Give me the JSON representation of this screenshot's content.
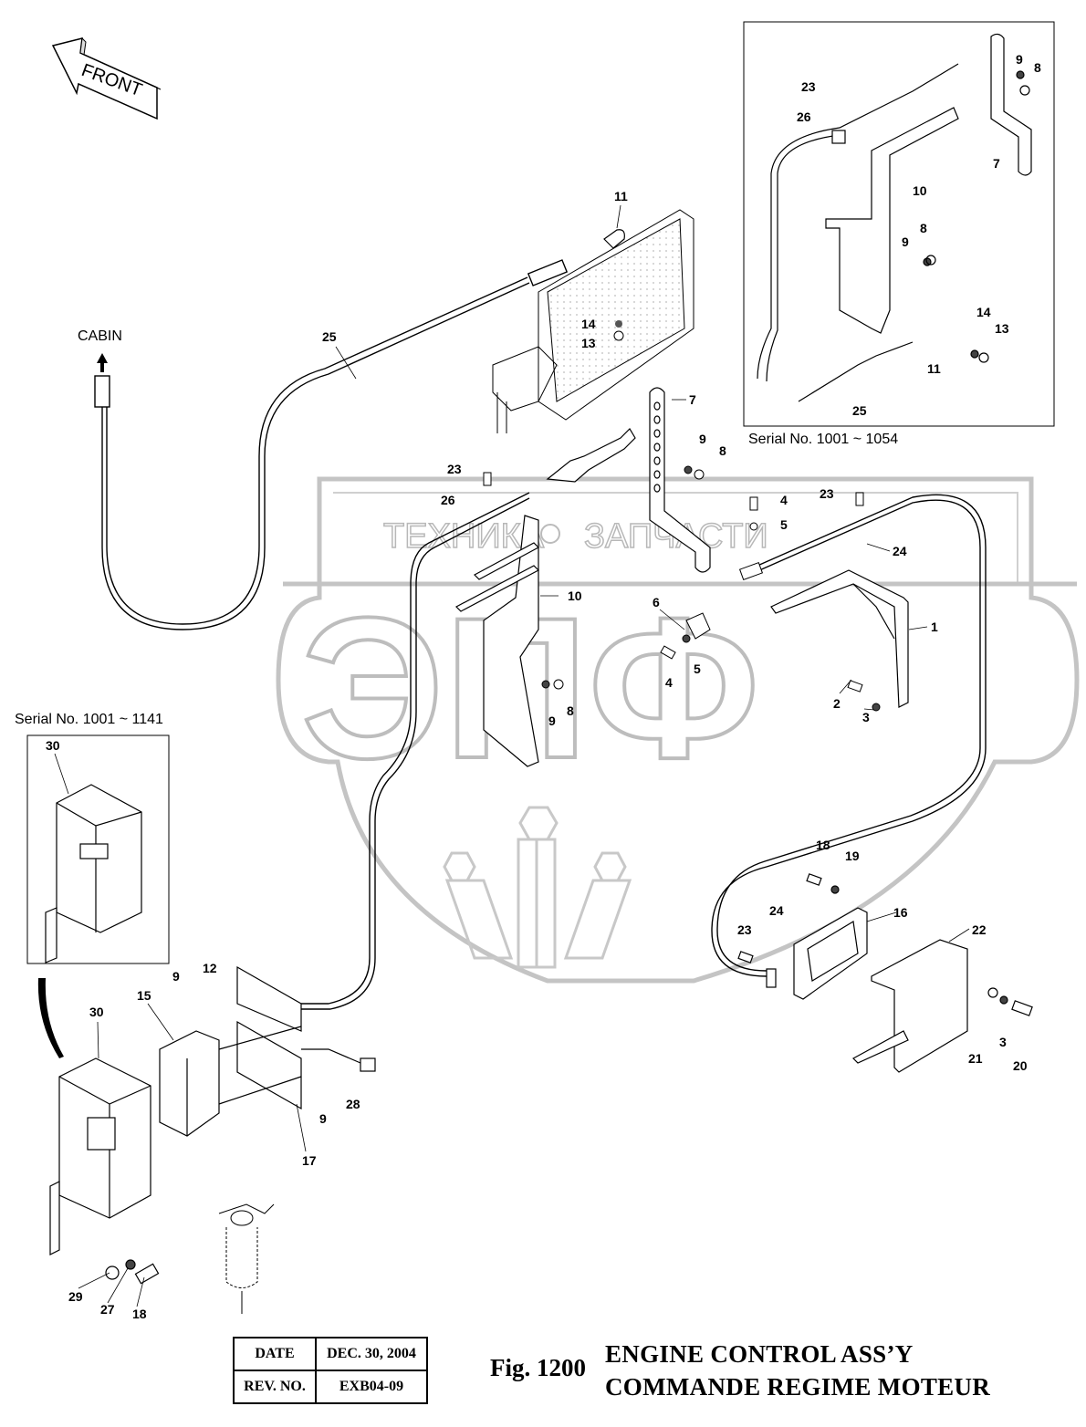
{
  "figure": {
    "number_label": "Fig. 1200",
    "title_en": "ENGINE CONTROL ASS’Y",
    "title_fr": "COMMANDE REGIME MOTEUR"
  },
  "title_block": {
    "date_label": "DATE",
    "date_value": "DEC. 30, 2004",
    "rev_label": "REV. NO.",
    "rev_value": "EXB04-09"
  },
  "direction_labels": {
    "front": "FRONT",
    "cabin": "CABIN"
  },
  "inset_notes": {
    "top_right": "Serial No. 1001 ~ 1054",
    "left": "Serial No. 1001 ~ 1141"
  },
  "watermark": {
    "text_left": "ТЕХНИКА",
    "text_right": "ЗАПЧАСТИ",
    "logo_letters": "ЭПФ"
  },
  "callouts": {
    "main": [
      "1",
      "2",
      "3",
      "4",
      "5",
      "4",
      "5",
      "6",
      "7",
      "8",
      "9",
      "8",
      "9",
      "10",
      "11",
      "13",
      "14",
      "23",
      "26",
      "23",
      "24",
      "25"
    ],
    "lower_right": [
      "16",
      "18",
      "19",
      "20",
      "21",
      "22",
      "23",
      "24",
      "3"
    ],
    "lower_left": [
      "9",
      "12",
      "15",
      "30",
      "9",
      "17",
      "18",
      "27",
      "28",
      "29"
    ],
    "inset_top_right": [
      "23",
      "26",
      "9",
      "8",
      "7",
      "10",
      "9",
      "8",
      "14",
      "13",
      "11",
      "25"
    ],
    "inset_left": [
      "30"
    ]
  }
}
